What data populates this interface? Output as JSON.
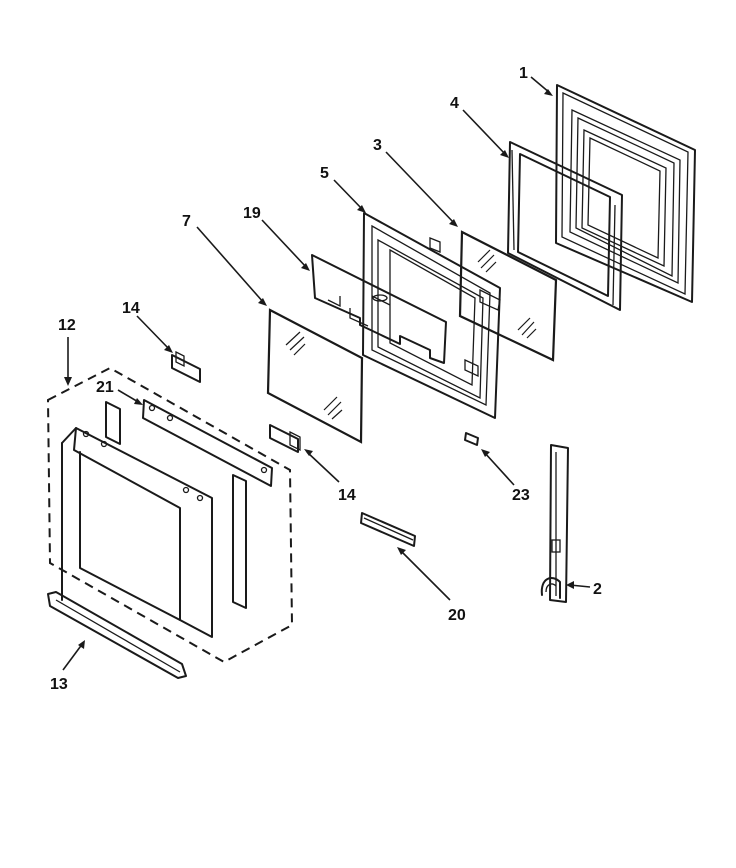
{
  "callouts": {
    "part_1": "1",
    "part_2": "2",
    "part_3": "3",
    "part_4": "4",
    "part_5": "5",
    "part_7": "7",
    "part_12": "12",
    "part_13": "13",
    "part_14_upper": "14",
    "part_14_lower": "14",
    "part_19": "19",
    "part_20": "20",
    "part_21": "21",
    "part_23": "23"
  }
}
